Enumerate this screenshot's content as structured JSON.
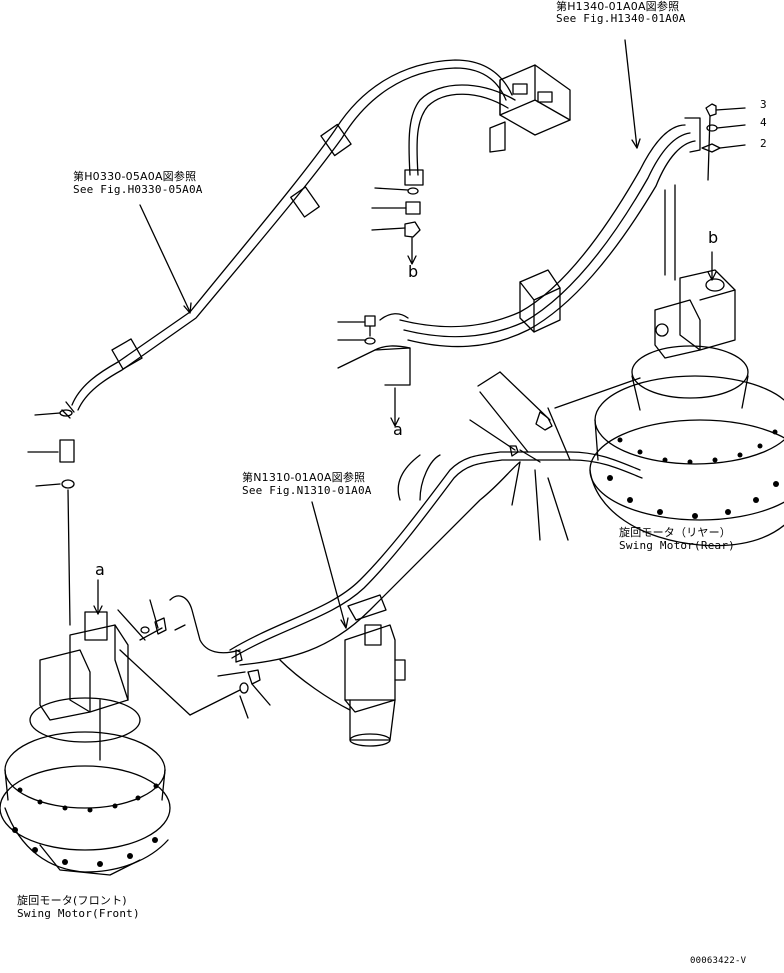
{
  "refs": {
    "h1340_jp": "第H1340-01A0A図参照",
    "h1340_en": "See Fig.H1340-01A0A",
    "h0330_jp": "第H0330-05A0A図参照",
    "h0330_en": "See Fig.H0330-05A0A",
    "n1310_jp": "第N1310-01A0A図参照",
    "n1310_en": "See Fig.N1310-01A0A"
  },
  "components": {
    "rear_jp": "旋回モータ（リヤー）",
    "rear_en": "Swing Motor(Rear)",
    "front_jp": "旋回モータ(フロント)",
    "front_en": "Swing Motor(Front)"
  },
  "markers": {
    "a": "a",
    "b": "b"
  },
  "callouts": {
    "top_right_3": "3",
    "top_right_4": "4",
    "top_right_2": "2"
  },
  "drawing_number": "00063422-V"
}
